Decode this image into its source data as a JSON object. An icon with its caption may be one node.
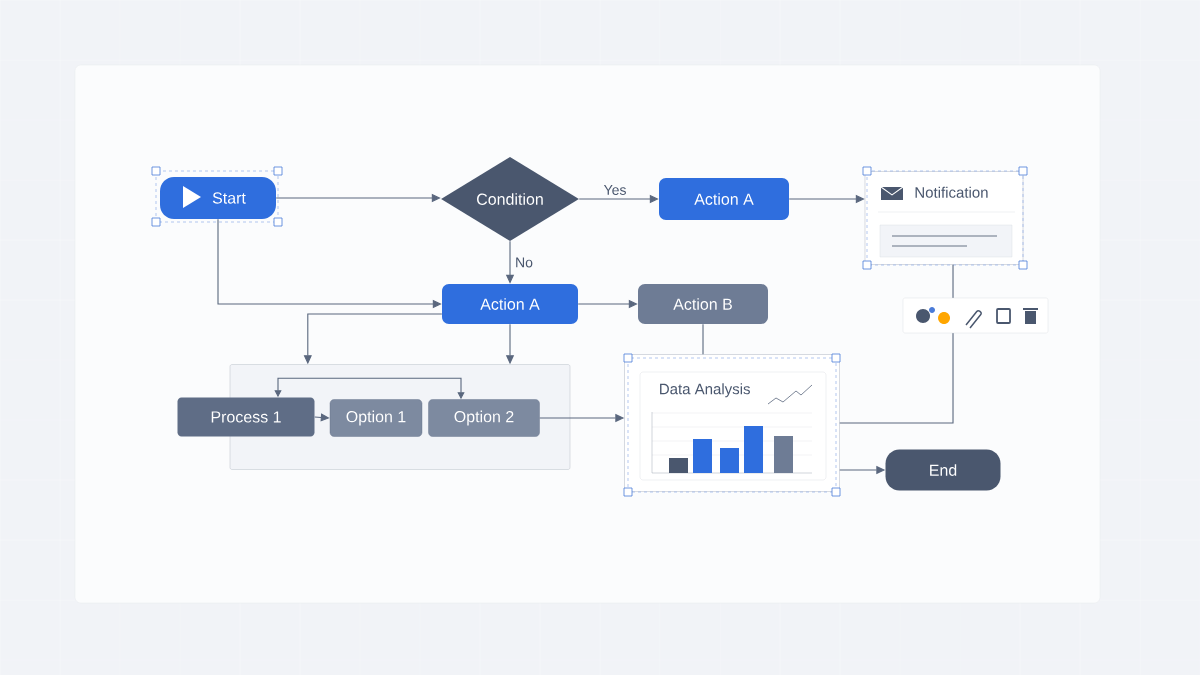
{
  "diagram": {
    "nodes": [
      {
        "text": [
          "Start"
        ]
      },
      {
        "text": [
          "Condition"
        ]
      },
      {
        "text": [
          "Action A"
        ]
      },
      {
        "text": [
          "Notification"
        ]
      },
      {
        "text": [
          "Action A"
        ]
      },
      {
        "text": [
          "Action B"
        ]
      },
      {
        "text": [],
        "shape": "box"
      },
      {
        "text": [
          "Process 1"
        ]
      },
      {
        "text": [
          "Option 1"
        ],
        "in": 6
      },
      {
        "text": [
          "Option 2"
        ],
        "in": 6
      },
      {
        "text": [
          "Data Analysis"
        ]
      },
      {
        "text": [
          "End"
        ]
      }
    ],
    "edges": [
      {
        "from": 0,
        "to": 1,
        "arrow": "to"
      },
      {
        "from": 1,
        "to": 2,
        "arrow": "to",
        "label": "Yes"
      },
      {
        "from": 2,
        "to": 3,
        "arrow": "to"
      },
      {
        "from": 1,
        "to": 4,
        "arrow": "to",
        "label": "No"
      },
      {
        "from": 0,
        "to": 4,
        "arrow": "to"
      },
      {
        "from": 4,
        "to": 5,
        "arrow": "to"
      },
      {
        "from": 4,
        "to": 6,
        "arrow": "to"
      },
      {
        "from": 4,
        "to": 6,
        "arrow": "to"
      },
      {
        "from": 7,
        "to": 8,
        "arrow": "to"
      },
      {
        "from": 7,
        "to": 9,
        "arrow": "both"
      },
      {
        "from": 9,
        "to": 10,
        "arrow": "to"
      },
      {
        "from": 5,
        "to": 10,
        "arrow": "none"
      },
      {
        "from": 10,
        "to": 3,
        "arrow": "none"
      },
      {
        "from": 10,
        "to": 11,
        "arrow": "to"
      }
    ]
  }
}
